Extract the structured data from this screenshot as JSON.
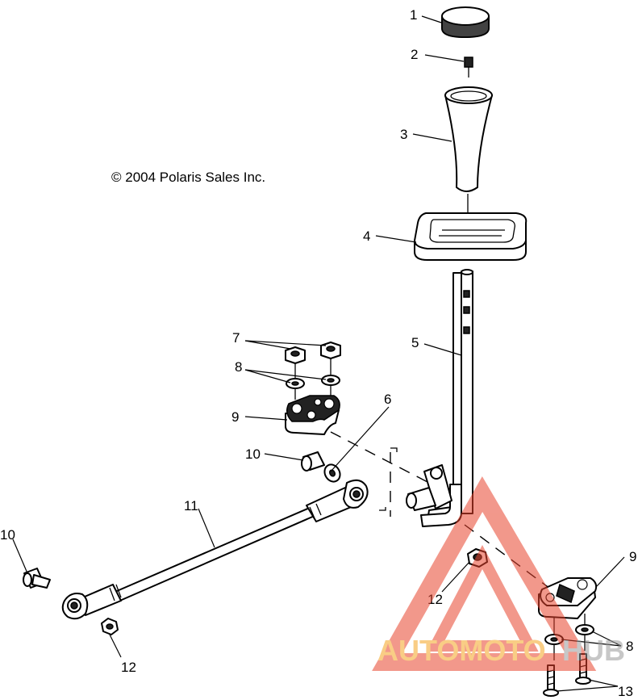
{
  "copyright": "© 2004 Polaris Sales Inc.",
  "callouts": {
    "p1": "1",
    "p2": "2",
    "p3": "3",
    "p4": "4",
    "p5": "5",
    "p6": "6",
    "p7": "7",
    "p8a": "8",
    "p9a": "9",
    "p10a": "10",
    "p11": "11",
    "p10b": "10",
    "p12a": "12",
    "p12b": "12",
    "p9b": "9",
    "p8b": "8",
    "p13": "13"
  },
  "watermark": {
    "text_a": "AUTOMOTO",
    "text_b": "HUB",
    "color_primary": "#e8442e",
    "color_secondary": "#f5a623",
    "color_grey": "#9a9a9a"
  }
}
